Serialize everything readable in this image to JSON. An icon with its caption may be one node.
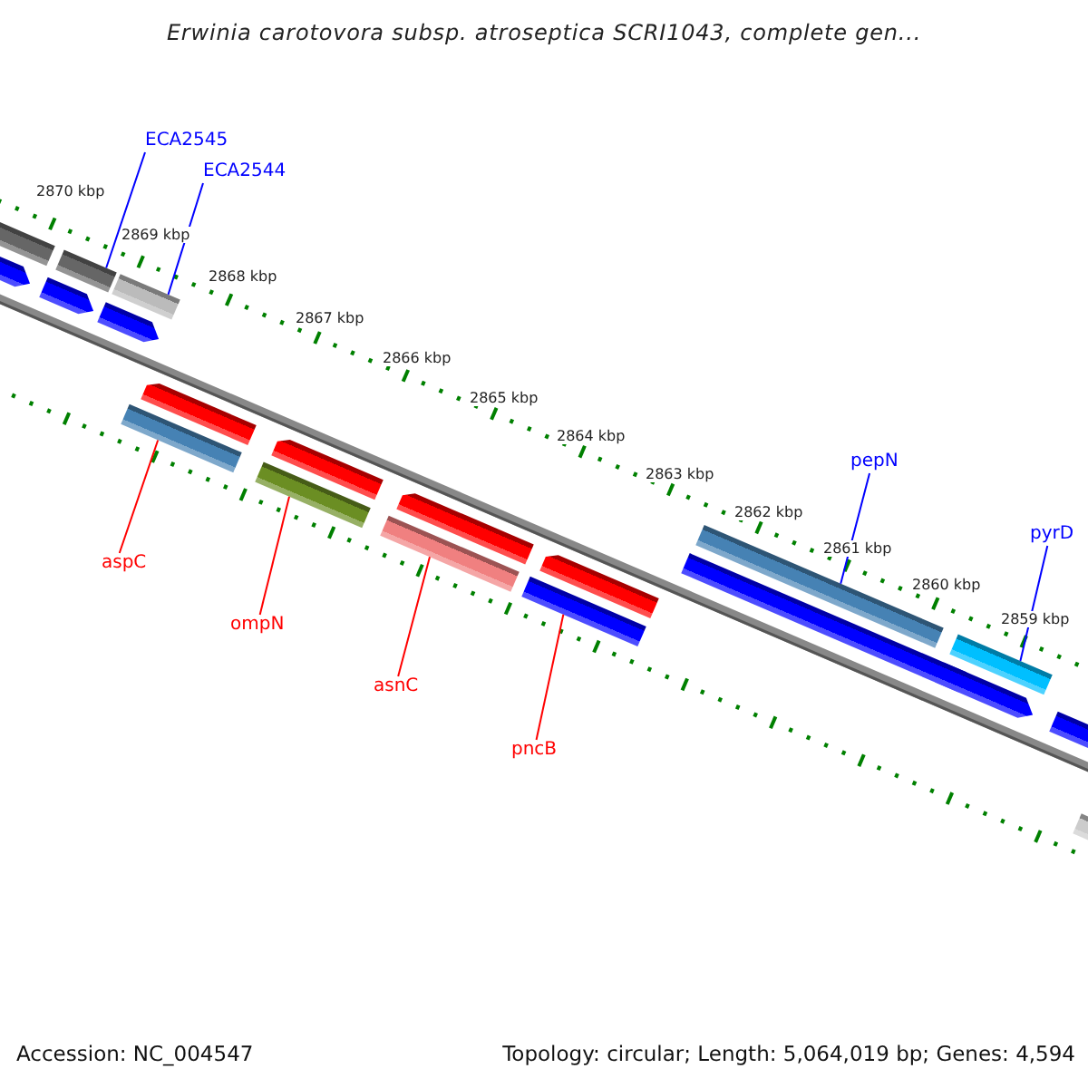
{
  "diagram": {
    "title": "Erwinia carotovora subsp. atroseptica SCRI1043, complete gen...",
    "nodes": [
      {
        "text": [
          "ECA2545"
        ]
      },
      {
        "text": [
          "ECA2544"
        ]
      },
      {
        "text": [
          "pepN"
        ]
      },
      {
        "text": [
          "pyrD"
        ]
      },
      {
        "text": [
          "aspC"
        ]
      },
      {
        "text": [
          "ompN"
        ]
      },
      {
        "text": [
          "asnC"
        ]
      },
      {
        "text": [
          "pncB"
        ]
      },
      {
        "text": [],
        "shape": "bar"
      },
      {
        "text": [],
        "shape": "bar"
      },
      {
        "text": [],
        "shape": "bar"
      },
      {
        "text": [],
        "shape": "bar"
      },
      {
        "text": [],
        "shape": "bar"
      },
      {
        "text": [],
        "shape": "bar"
      },
      {
        "text": [],
        "shape": "bar"
      },
      {
        "text": [],
        "shape": "bar"
      },
      {
        "text": [],
        "shape": "bar"
      },
      {
        "text": [],
        "shape": "bar"
      },
      {
        "text": [],
        "shape": "bar"
      },
      {
        "text": [],
        "shape": "bar"
      },
      {
        "text": [],
        "shape": "bar"
      },
      {
        "text": [],
        "shape": "bar"
      },
      {
        "text": [],
        "shape": "bar"
      },
      {
        "text": [],
        "shape": "bar"
      },
      {
        "text": [],
        "shape": "bar"
      },
      {
        "text": [],
        "shape": "bar"
      },
      {
        "text": [],
        "shape": "bar"
      },
      {
        "text": [],
        "shape": "bar"
      }
    ],
    "edges": [
      {
        "from": 0,
        "to": 10,
        "arrow": "none",
        "color": "#0000ff"
      },
      {
        "from": 1,
        "to": 12,
        "arrow": "none",
        "color": "#0000ff"
      },
      {
        "from": 2,
        "to": 22,
        "arrow": "none",
        "color": "#0000ff"
      },
      {
        "from": 3,
        "to": 24,
        "arrow": "none",
        "color": "#0000ff"
      },
      {
        "from": 4,
        "to": 15,
        "arrow": "none",
        "color": "#ff0000"
      },
      {
        "from": 5,
        "to": 17,
        "arrow": "none",
        "color": "#ff0000"
      },
      {
        "from": 6,
        "to": 19,
        "arrow": "none",
        "color": "#ff0000"
      },
      {
        "from": 7,
        "to": 21,
        "arrow": "none",
        "color": "#ff0000"
      }
    ],
    "labels": [
      "2870 kbp",
      "2869 kbp",
      "2868 kbp",
      "2867 kbp",
      "2866 kbp",
      "2865 kbp",
      "2864 kbp",
      "2863 kbp",
      "2862 kbp",
      "2861 kbp",
      "2860 kbp",
      "2859 kbp",
      "Accession: NC_004547",
      "Topology: circular; Length: 5,064,019 bp; Genes: 4,594"
    ]
  }
}
